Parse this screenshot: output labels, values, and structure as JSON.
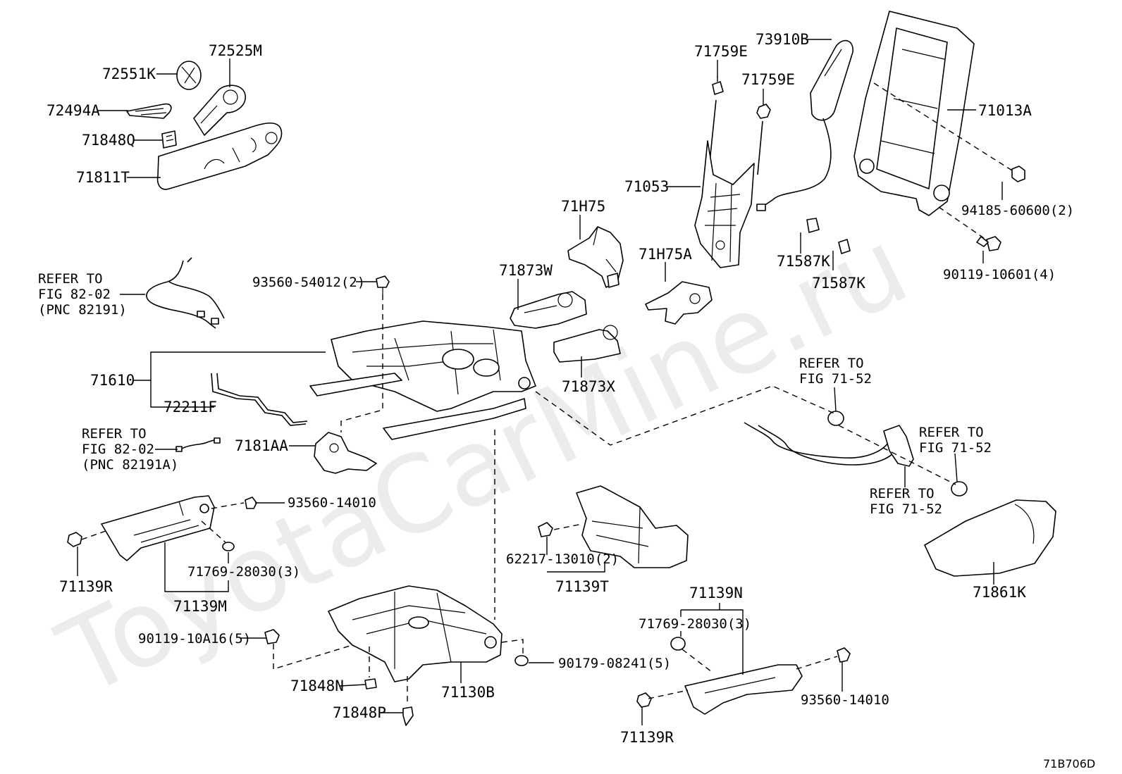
{
  "watermark": "ToyotaCarMine.ru",
  "diagram_code": "71B706D",
  "labels": {
    "p72551K": "72551K",
    "p72525M": "72525M",
    "p72494A": "72494A",
    "p71848Q": "71848Q",
    "p71811T": "71811T",
    "p71759E_a": "71759E",
    "p71759E_b": "71759E",
    "p73910B": "73910B",
    "p71013A": "71013A",
    "p71053": "71053",
    "p94185": "94185-60600(2)",
    "p90119_10601": "90119-10601(4)",
    "p71587K_a": "71587K",
    "p71587K_b": "71587K",
    "p71H75": "71H75",
    "p71H75A": "71H75A",
    "p71873W": "71873W",
    "p71873X": "71873X",
    "ref82_a1": "REFER TO",
    "ref82_a2": "FIG 82-02",
    "ref82_a3": "(PNC 82191)",
    "p93560_54012": "93560-54012(2)",
    "p71610": "71610",
    "p72211F": "72211F",
    "ref82_b1": "REFER TO",
    "ref82_b2": "FIG 82-02",
    "ref82_b3": "(PNC 82191A)",
    "p7181AA": "7181AA",
    "p93560_14010_a": "93560-14010",
    "p71139R_a": "71139R",
    "p71769_a": "71769-28030(3)",
    "p71139M": "71139M",
    "p90119_10A16": "90119-10A16(5)",
    "p71848N": "71848N",
    "p71848P": "71848P",
    "p71130B": "71130B",
    "p90179": "90179-08241(5)",
    "p62217": "62217-13010(2)",
    "p71139T": "71139T",
    "ref71_a1": "REFER TO",
    "ref71_a2": "FIG 71-52",
    "ref71_b1": "REFER TO",
    "ref71_b2": "FIG 71-52",
    "ref71_c1": "REFER TO",
    "ref71_c2": "FIG 71-52",
    "p71861K": "71861K",
    "p71139N": "71139N",
    "p71769_b": "71769-28030(3)",
    "p93560_14010_b": "93560-14010",
    "p71139R_b": "71139R"
  }
}
